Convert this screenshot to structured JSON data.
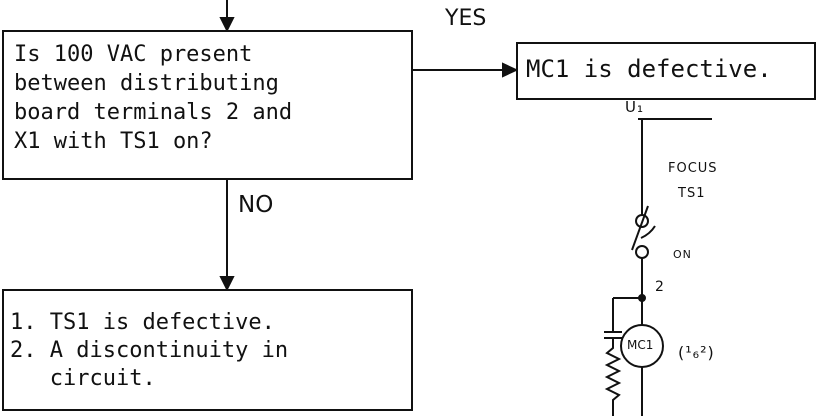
{
  "flowchart": {
    "question": {
      "lines": [
        "Is 100 VAC present",
        "between distributing",
        "board terminals 2 and",
        "X1 with TS1 on?"
      ]
    },
    "yes_label": "YES",
    "no_label": "NO",
    "yes_result": "MC1 is defective.",
    "no_result": {
      "lines": [
        "1. TS1 is defective.",
        "2. A discontinuity in",
        "   circuit."
      ]
    }
  },
  "schematic": {
    "node_u1": "U₁",
    "switch_label_1": "FOCUS",
    "switch_label_2": "TS1",
    "switch_state": "ON",
    "node_2": "2",
    "relay_label": "MC1",
    "contact_ref": "(¹₆²)"
  }
}
